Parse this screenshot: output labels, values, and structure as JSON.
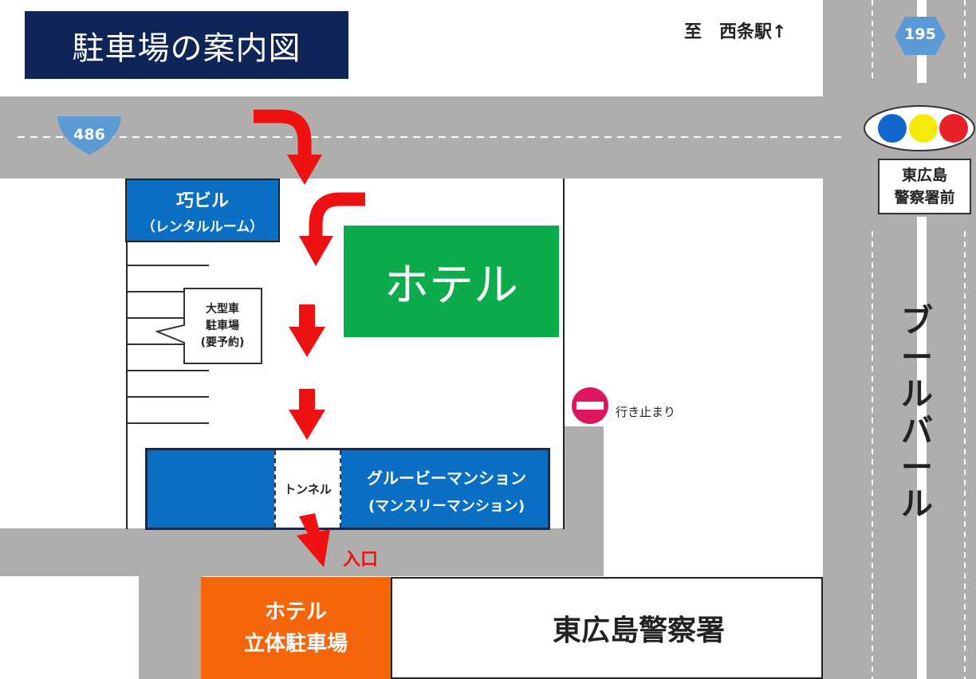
{
  "title": "駐車場の案内図",
  "direction_label": "至　西条駅↑",
  "route_shields": {
    "national": "195",
    "prefectural": "486"
  },
  "traffic_signal": {
    "colors": [
      "#1166cc",
      "#f6ea0b",
      "#e8202a"
    ]
  },
  "signal_label": {
    "line1": "東広島",
    "line2": "警察署前"
  },
  "boulevard_label": [
    "ブ",
    "ー",
    "ル",
    "バ",
    "ー",
    "ル"
  ],
  "buildings": {
    "takumi": {
      "line1": "巧ビル",
      "line2": "（レンタルルーム）"
    },
    "hotel": "ホテル",
    "mansion": {
      "line1": "グルービーマンション",
      "line2": "(マンスリーマンション)"
    },
    "tunnel": "トンネル",
    "parking_tower": {
      "line1": "ホテル",
      "line2": "立体駐車場"
    },
    "police": "東広島警察署"
  },
  "large_vehicle_callout": [
    "大型車",
    "駐車場",
    "(要予約)"
  ],
  "dead_end_label": "行き止まり",
  "entrance_label": "入口",
  "colors": {
    "title_bg": "#0f2558",
    "road": "#b0adad",
    "building_blue": "#0a6fc2",
    "hotel_green": "#0cab4b",
    "parking_orange": "#f5650a",
    "arrow_red": "#ee1111",
    "no_entry": "#e0155f"
  }
}
